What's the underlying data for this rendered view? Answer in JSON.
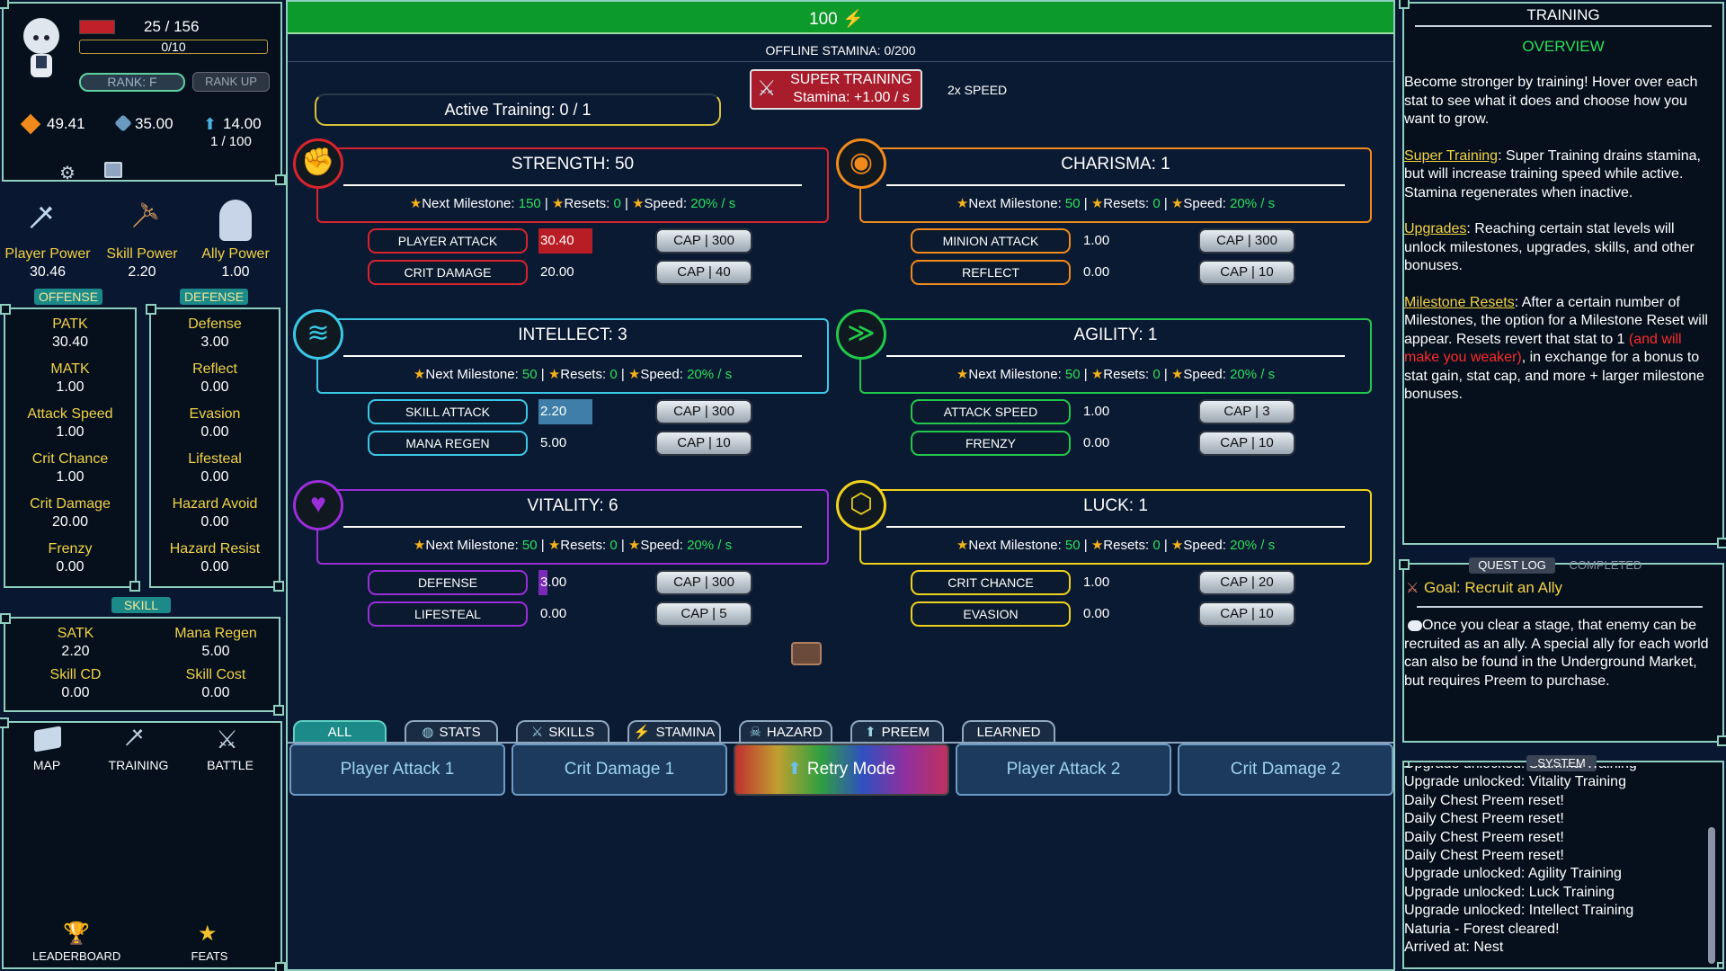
{
  "player": {
    "hp_text": "25 / 156",
    "xp_text": "0/10",
    "rank": "RANK: F",
    "rank_up": "RANK UP",
    "gold": "49.41",
    "gems": "35.00",
    "preem": "14.00",
    "preem_cap": "1 / 100"
  },
  "powers": [
    {
      "label": "Player Power",
      "value": "30.46"
    },
    {
      "label": "Skill Power",
      "value": "2.20"
    },
    {
      "label": "Ally Power",
      "value": "1.00"
    }
  ],
  "offense": {
    "title": "OFFENSE",
    "rows": [
      {
        "k": "PATK",
        "v": "30.40"
      },
      {
        "k": "MATK",
        "v": "1.00"
      },
      {
        "k": "Attack Speed",
        "v": "1.00"
      },
      {
        "k": "Crit Chance",
        "v": "1.00"
      },
      {
        "k": "Crit Damage",
        "v": "20.00"
      },
      {
        "k": "Frenzy",
        "v": "0.00"
      }
    ]
  },
  "defense": {
    "title": "DEFENSE",
    "rows": [
      {
        "k": "Defense",
        "v": "3.00"
      },
      {
        "k": "Reflect",
        "v": "0.00"
      },
      {
        "k": "Evasion",
        "v": "0.00"
      },
      {
        "k": "Lifesteal",
        "v": "0.00"
      },
      {
        "k": "Hazard Avoid",
        "v": "0.00"
      },
      {
        "k": "Hazard Resist",
        "v": "0.00"
      }
    ]
  },
  "skill": {
    "title": "SKILL",
    "rows": [
      {
        "k": "SATK",
        "v": "2.20"
      },
      {
        "k": "Mana Regen",
        "v": "5.00"
      },
      {
        "k": "Skill CD",
        "v": "0.00"
      },
      {
        "k": "Skill Cost",
        "v": "0.00"
      }
    ]
  },
  "nav": {
    "map": "MAP",
    "training": "TRAINING",
    "battle": "BATTLE",
    "leaderboard": "LEADERBOARD",
    "feats": "FEATS"
  },
  "top": {
    "stamina": "100",
    "offline": "OFFLINE STAMINA: 0/200",
    "super_title": "SUPER TRAINING",
    "super_sub": "Stamina: +1.00 / s",
    "speed": "2x SPEED",
    "active": "Active Training: 0 / 1"
  },
  "labels": {
    "next": "Next Milestone:",
    "resets": "Resets:",
    "speed": "Speed:"
  },
  "stats": [
    {
      "title": "STRENGTH: 50",
      "color": "#d8242c",
      "next": "150",
      "resets": "0",
      "speed": "20% / s",
      "subs": [
        {
          "n": "PLAYER ATTACK",
          "v": "30.40",
          "cap": "CAP | 300",
          "fill": 0.6,
          "fc": "#b81c24"
        },
        {
          "n": "CRIT DAMAGE",
          "v": "20.00",
          "cap": "CAP | 40",
          "fill": 0,
          "fc": "#b81c24"
        }
      ]
    },
    {
      "title": "CHARISMA: 1",
      "color": "#f08a1c",
      "next": "50",
      "resets": "0",
      "speed": "20% / s",
      "subs": [
        {
          "n": "MINION ATTACK",
          "v": "1.00",
          "cap": "CAP | 300",
          "fill": 0,
          "fc": "#f08a1c"
        },
        {
          "n": "REFLECT",
          "v": "0.00",
          "cap": "CAP | 10",
          "fill": 0,
          "fc": "#f08a1c"
        }
      ]
    },
    {
      "title": "INTELLECT: 3",
      "color": "#3ac8e6",
      "next": "50",
      "resets": "0",
      "speed": "20% / s",
      "subs": [
        {
          "n": "SKILL ATTACK",
          "v": "2.20",
          "cap": "CAP | 300",
          "fill": 0.6,
          "fc": "#3e7ea8"
        },
        {
          "n": "MANA REGEN",
          "v": "5.00",
          "cap": "CAP | 10",
          "fill": 0,
          "fc": "#3e7ea8"
        }
      ]
    },
    {
      "title": "AGILITY: 1",
      "color": "#22c84a",
      "next": "50",
      "resets": "0",
      "speed": "20% / s",
      "subs": [
        {
          "n": "ATTACK SPEED",
          "v": "1.00",
          "cap": "CAP | 3",
          "fill": 0,
          "fc": "#22c84a"
        },
        {
          "n": "FRENZY",
          "v": "0.00",
          "cap": "CAP | 10",
          "fill": 0,
          "fc": "#22c84a"
        }
      ]
    },
    {
      "title": "VITALITY: 6",
      "color": "#9a2ed8",
      "next": "50",
      "resets": "0",
      "speed": "20% / s",
      "subs": [
        {
          "n": "DEFENSE",
          "v": "3.00",
          "cap": "CAP | 300",
          "fill": 0.1,
          "fc": "#7a2ab8"
        },
        {
          "n": "LIFESTEAL",
          "v": "0.00",
          "cap": "CAP | 5",
          "fill": 0,
          "fc": "#7a2ab8"
        }
      ]
    },
    {
      "title": "LUCK: 1",
      "color": "#f0d21c",
      "next": "50",
      "resets": "0",
      "speed": "20% / s",
      "subs": [
        {
          "n": "CRIT CHANCE",
          "v": "1.00",
          "cap": "CAP | 20",
          "fill": 0,
          "fc": "#f0d21c"
        },
        {
          "n": "EVASION",
          "v": "0.00",
          "cap": "CAP | 10",
          "fill": 0,
          "fc": "#f0d21c"
        }
      ]
    }
  ],
  "tabs": [
    "ALL",
    "STATS",
    "SKILLS",
    "STAMINA",
    "HAZARD",
    "PREEM",
    "LEARNED"
  ],
  "upgrades": [
    "Player Attack 1",
    "Crit Damage 1",
    "Retry Mode",
    "Player Attack 2",
    "Crit Damage 2"
  ],
  "training": {
    "title": "TRAINING",
    "overview": "OVERVIEW",
    "p1": "Become stronger by training! Hover over each stat to see what it does and choose how you want to grow.",
    "st_link": "Super Training",
    "st_text": ": Super Training drains stamina, but will increase training speed while active. Stamina regenerates when inactive.",
    "up_link": "Upgrades",
    "up_text": ": Reaching certain stat levels will unlock milestones, upgrades, skills, and other bonuses.",
    "mr_link": "Milestone Resets",
    "mr_text1": ": After a certain number of Milestones, the option for a Milestone Reset will appear. Resets revert that stat to 1 ",
    "mr_red": "(and will make you weaker)",
    "mr_text2": ", in exchange for a bonus to stat gain, stat cap, and more + larger milestone bonuses."
  },
  "quest": {
    "tab1": "QUEST LOG",
    "tab2": "COMPLETED",
    "goal": "Goal: Recruit an Ally",
    "desc": "Once you clear a stage, that enemy can be recruited as an ally. A special ally for each world can also be found in the Underground Market, but requires Preem to purchase."
  },
  "system": {
    "title": "SYSTEM",
    "lines": [
      "Upgrade unlocked: Stamina Training",
      "Upgrade unlocked: Vitality Training",
      "Daily Chest Preem reset!",
      "Daily Chest Preem reset!",
      "Daily Chest Preem reset!",
      "Daily Chest Preem reset!",
      "Upgrade unlocked: Agility Training",
      "Upgrade unlocked: Luck Training",
      "Upgrade unlocked: Intellect Training",
      "Naturia - Forest cleared!",
      "Arrived at: Nest"
    ]
  }
}
